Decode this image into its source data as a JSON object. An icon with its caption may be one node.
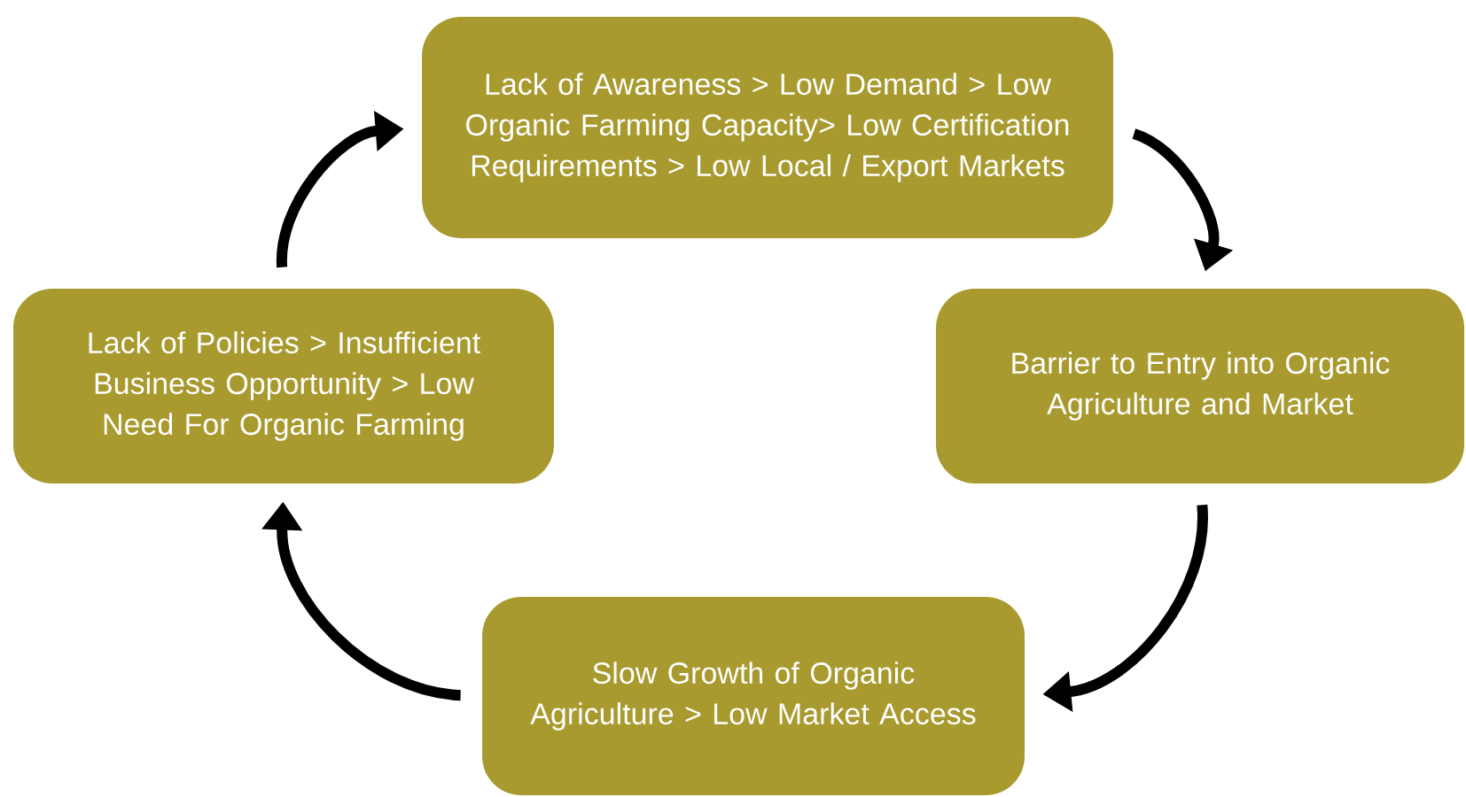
{
  "diagram": {
    "nodes": [
      {
        "text": [
          "Lack of Awareness > Low Demand > Low Organic Farming Capacity> Low Certification Requirements > Low Local / Export Markets"
        ]
      },
      {
        "text": [
          "Barrier to Entry into Organic Agriculture and Market"
        ]
      },
      {
        "text": [
          "Slow Growth of Organic Agriculture > Low Market Access"
        ]
      },
      {
        "text": [
          "Lack of Policies > Insufficient Business Opportunity > Low Need For Organic Farming"
        ]
      }
    ],
    "edges": [
      {
        "from": 0,
        "to": 1,
        "arrow": "to"
      },
      {
        "from": 1,
        "to": 2,
        "arrow": "to"
      },
      {
        "from": 2,
        "to": 3,
        "arrow": "to"
      },
      {
        "from": 3,
        "to": 0,
        "arrow": "to"
      }
    ]
  }
}
